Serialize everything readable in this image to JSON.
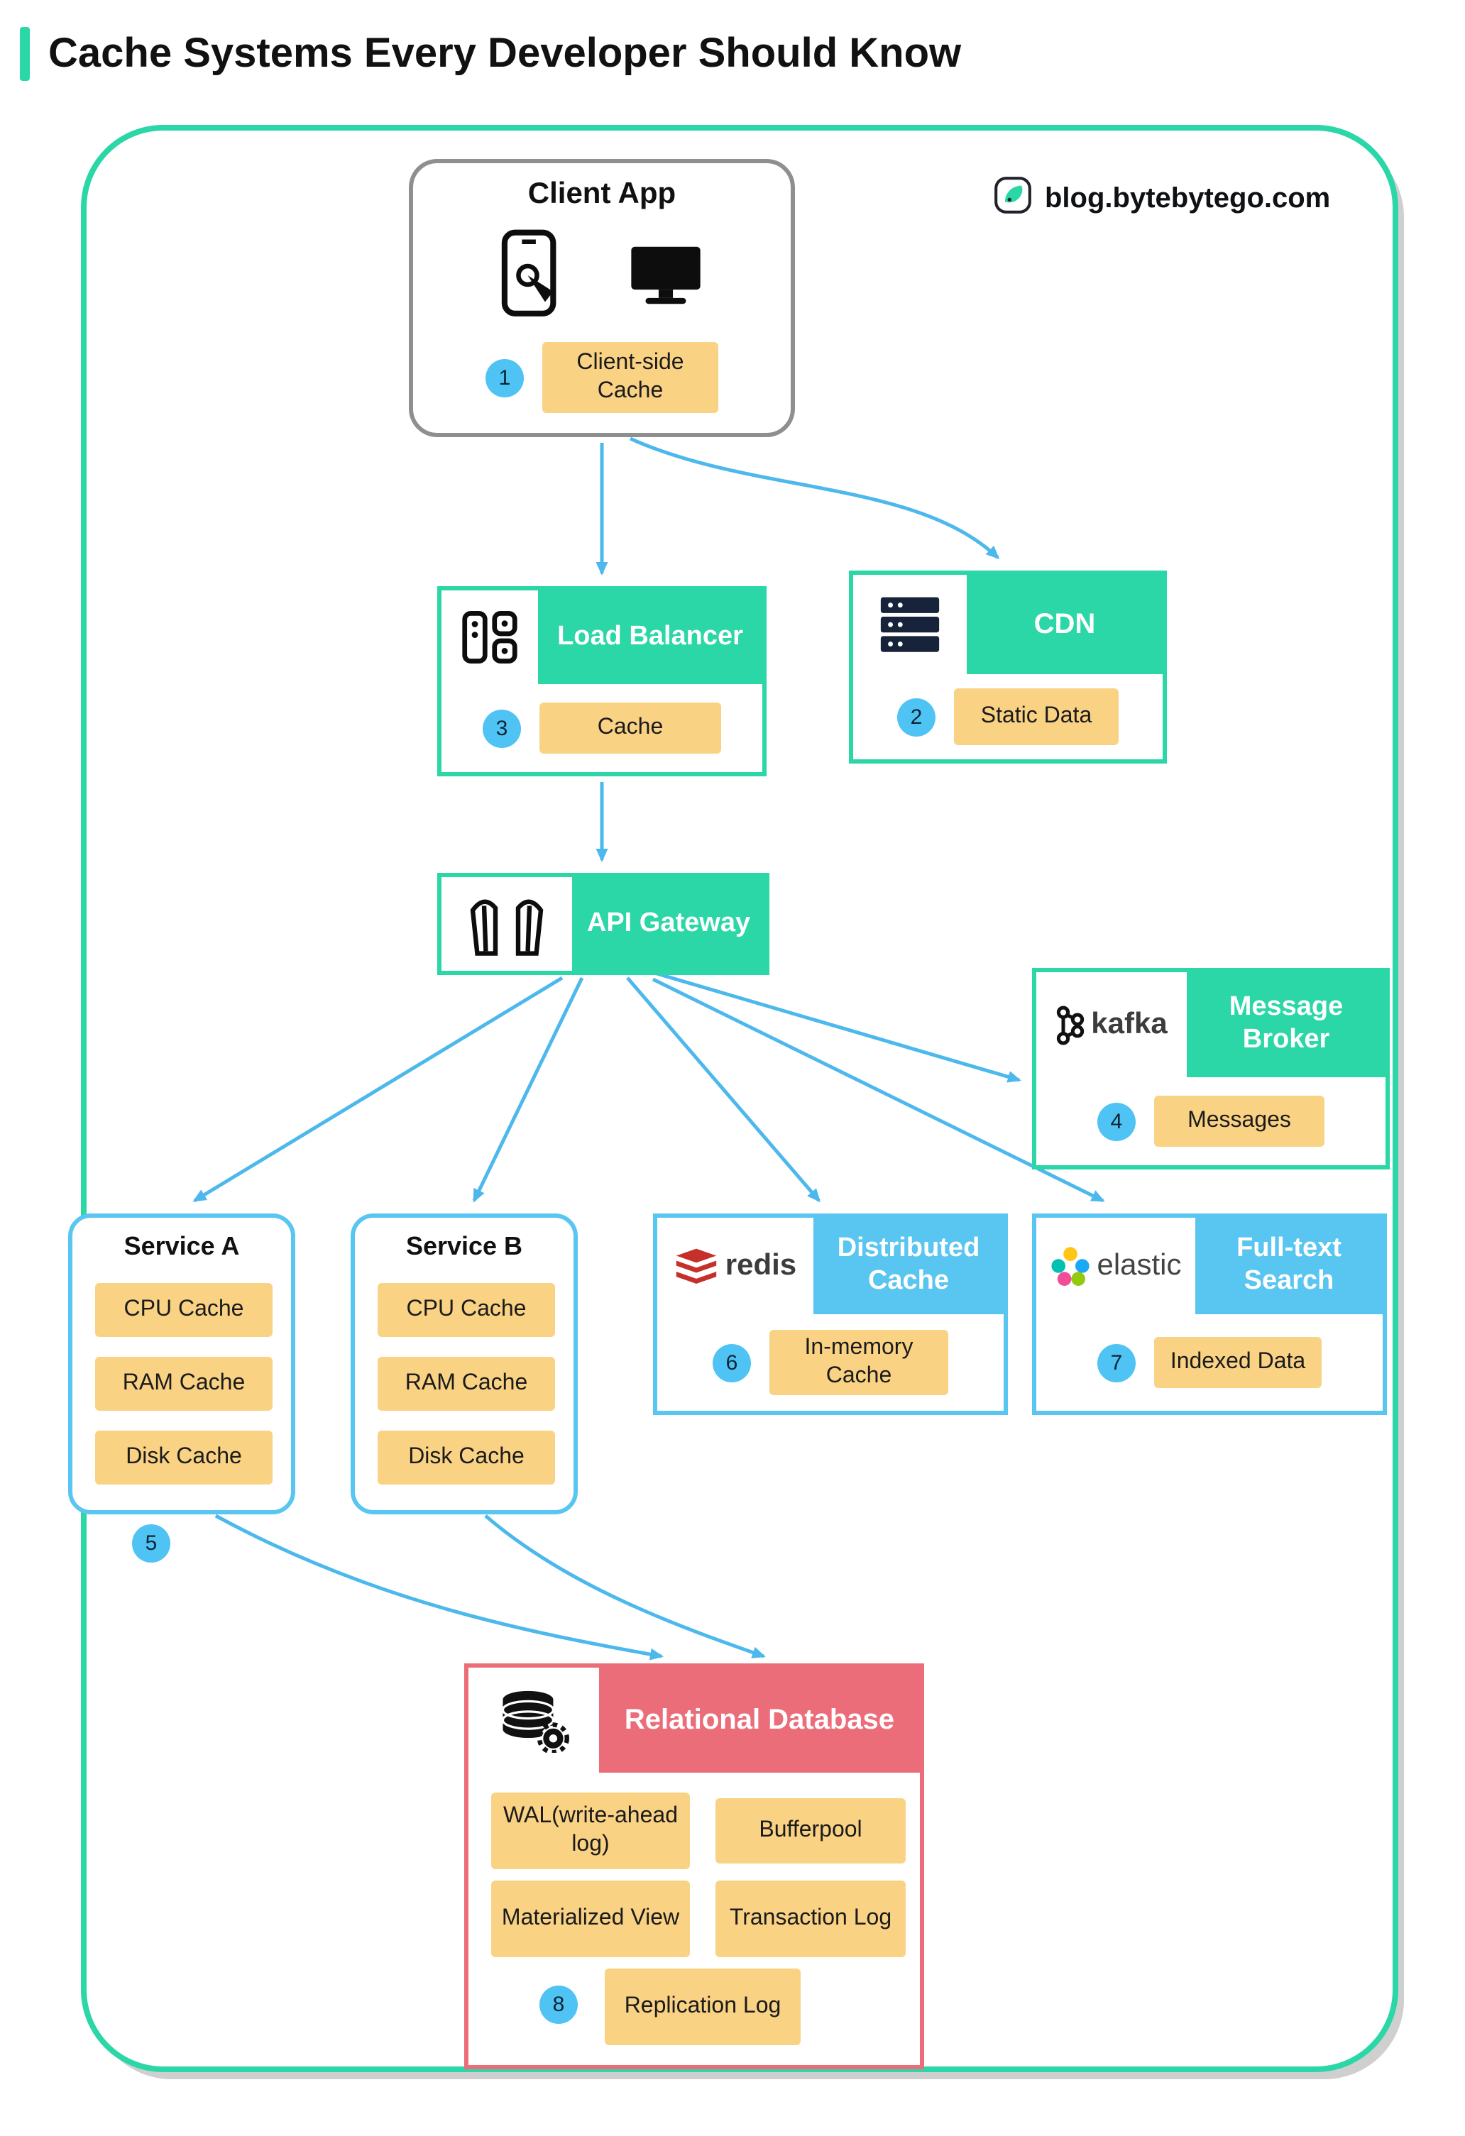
{
  "page": {
    "title": "Cache Systems Every Developer Should Know",
    "brand": "blog.bytebytego.com"
  },
  "nodes": {
    "client_app": {
      "title": "Client App",
      "badge": "1",
      "label": "Client-side Cache"
    },
    "load_balancer": {
      "title": "Load Balancer",
      "badge": "3",
      "label": "Cache"
    },
    "cdn": {
      "title": "CDN",
      "badge": "2",
      "label": "Static Data"
    },
    "api_gateway": {
      "title": "API Gateway"
    },
    "message_broker": {
      "title": "Message Broker",
      "logo": "kafka",
      "badge": "4",
      "label": "Messages"
    },
    "service_a": {
      "title": "Service A",
      "badge": "5",
      "items": [
        "CPU Cache",
        "RAM Cache",
        "Disk Cache"
      ]
    },
    "service_b": {
      "title": "Service B",
      "items": [
        "CPU Cache",
        "RAM Cache",
        "Disk Cache"
      ]
    },
    "distributed_cache": {
      "title": "Distributed Cache",
      "logo": "redis",
      "badge": "6",
      "label": "In-memory Cache"
    },
    "fulltext_search": {
      "title": "Full-text Search",
      "logo": "elastic",
      "badge": "7",
      "label": "Indexed Data"
    },
    "relational_database": {
      "title": "Relational Database",
      "badge": "8",
      "items": [
        "WAL(write-ahead log)",
        "Bufferpool",
        "Materialized View",
        "Transaction Log",
        "Replication Log"
      ]
    }
  },
  "colors": {
    "teal": "#2BD6A7",
    "blue_header": "#59C5F1",
    "red_header": "#EC6D7A",
    "yellow_label": "#FAD284",
    "arrow_blue": "#4DB8EC",
    "badge_blue": "#4EC3F4"
  }
}
